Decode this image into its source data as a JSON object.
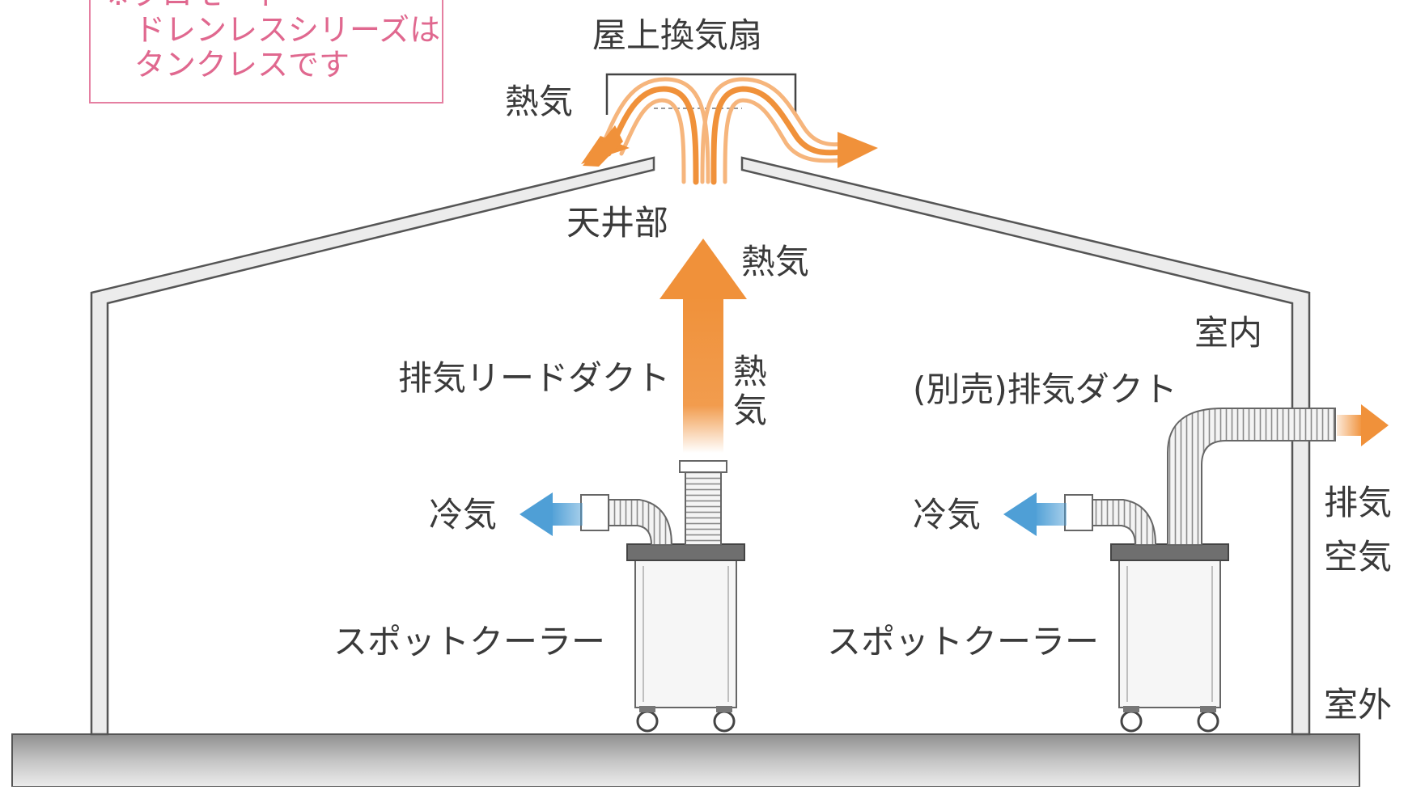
{
  "note": {
    "line1": "※プロモート",
    "line2": "ドレンレスシリーズは",
    "line3": "タンクレスです",
    "border_color": "#e57fa1",
    "text_color": "#e0688f"
  },
  "labels": {
    "roof_fan": "屋上換気扇",
    "heat_left_top": "熱気",
    "ceiling": "天井部",
    "heat_right": "熱気",
    "heat_vertical": "熱気",
    "indoor": "室内",
    "exhaust_lead_duct": "排気リードダクト",
    "optional_exhaust_duct": "(別売)排気ダクト",
    "cold_air_left": "冷気",
    "cold_air_right": "冷気",
    "exhaust_air_line1": "排気",
    "exhaust_air_line2": "空気",
    "spot_cooler_left": "スポットクーラー",
    "spot_cooler_right": "スポットクーラー",
    "outdoor": "室外"
  },
  "colors": {
    "hot_air": "#f0913a",
    "cold_air": "#4f9fd6",
    "wall": "#e9e9e9",
    "outline": "#555555",
    "floor": "#a0a0a0"
  }
}
